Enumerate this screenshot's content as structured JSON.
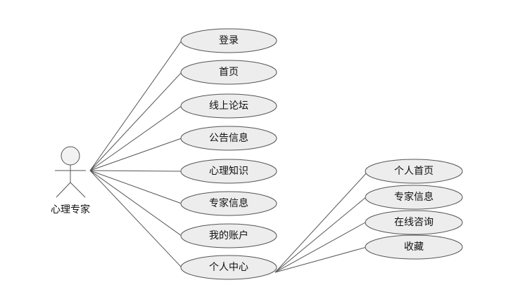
{
  "actor": {
    "label": "心理专家"
  },
  "use_cases": [
    {
      "label": "登录"
    },
    {
      "label": "首页"
    },
    {
      "label": "线上论坛"
    },
    {
      "label": "公告信息"
    },
    {
      "label": "心理知识"
    },
    {
      "label": "专家信息"
    },
    {
      "label": "我的账户"
    },
    {
      "label": "个人中心"
    }
  ],
  "sub_use_cases": [
    {
      "label": "个人首页"
    },
    {
      "label": "专家信息"
    },
    {
      "label": "在线咨询"
    },
    {
      "label": "收藏"
    }
  ]
}
